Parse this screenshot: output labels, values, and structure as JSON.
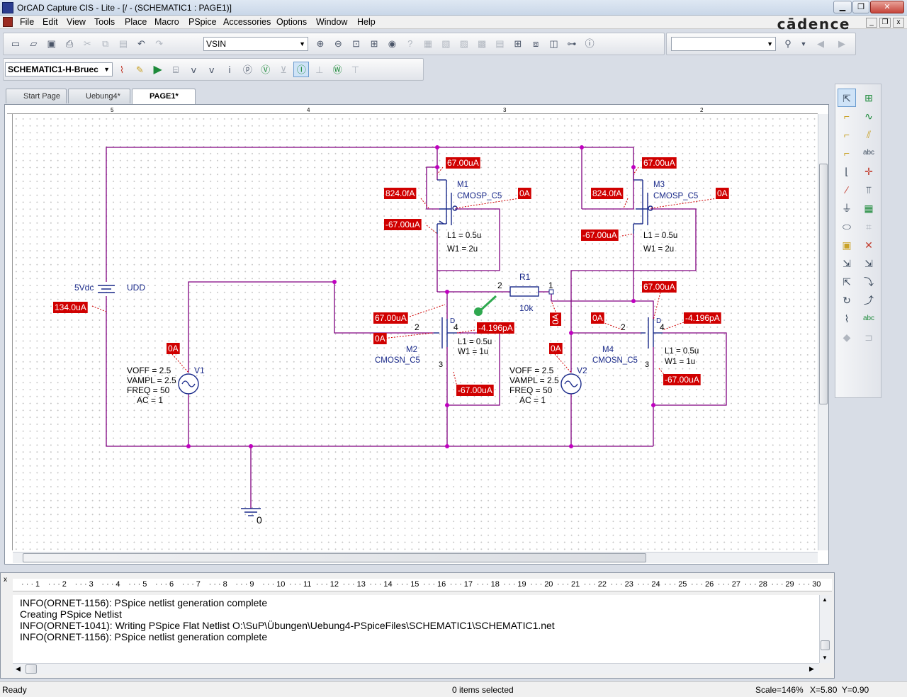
{
  "window": {
    "title": "OrCAD Capture CIS - Lite - [/ - (SCHEMATIC1 : PAGE1)]",
    "brand": "cādence"
  },
  "menu": [
    "File",
    "Edit",
    "View",
    "Tools",
    "Place",
    "Macro",
    "PSpice",
    "Accessories",
    "Options",
    "Window",
    "Help"
  ],
  "toolbar": {
    "part_combo": "VSIN",
    "search_combo": "",
    "profile_combo": "SCHEMATIC1-H-Bruec"
  },
  "tabs": [
    {
      "label": "Start Page",
      "active": false
    },
    {
      "label": "Uebung4*",
      "active": false
    },
    {
      "label": "PAGE1*",
      "active": true
    }
  ],
  "ruler_top": [
    "5",
    "4",
    "3",
    "2"
  ],
  "schematic": {
    "source": {
      "value": "5Vdc",
      "name": "UDD",
      "current": "134.0uA"
    },
    "m1": {
      "name": "M1",
      "model": "CMOSP_C5",
      "l": "L1 = 0.5u",
      "w": "W1 = 2u",
      "i_d": "67.00uA",
      "i_g": "824.0fA",
      "i_b": "0A",
      "i_s": "-67.00uA"
    },
    "m3": {
      "name": "M3",
      "model": "CMOSP_C5",
      "l": "L1 = 0.5u",
      "w": "W1 = 2u",
      "i_d": "67.00uA",
      "i_g": "824.0fA",
      "i_b": "0A",
      "i_s": "-67.00uA"
    },
    "m2": {
      "name": "M2",
      "model": "CMOSN_C5",
      "l": "L1 = 0.5u",
      "w": "W1 = 1u",
      "i_d": "67.00uA",
      "i_g": "0A",
      "i_b": "-4.196pA",
      "i_s": "-67.00uA"
    },
    "m4": {
      "name": "M4",
      "model": "CMOSN_C5",
      "l": "L1 = 0.5u",
      "w": "W1 = 1u",
      "i_d": "67.00uA",
      "i_g": "0A",
      "i_b": "-4.196pA",
      "i_s": "-67.00uA"
    },
    "r1": {
      "name": "R1",
      "value": "10k",
      "current": "0A"
    },
    "v1": {
      "name": "V1",
      "voff": "VOFF = 2.5",
      "vampl": "VAMPL = 2.5",
      "freq": "FREQ = 50",
      "ac": "AC = 1",
      "current": "0A"
    },
    "v2": {
      "name": "V2",
      "voff": "VOFF = 2.5",
      "vampl": "VAMPL = 2.5",
      "freq": "FREQ = 50",
      "ac": "AC = 1",
      "current": "0A"
    },
    "ground": "0",
    "pins": {
      "d": "D",
      "g": "2",
      "b": "4",
      "s": "3",
      "r_pin2": "2",
      "r_pin1": "1"
    }
  },
  "log": {
    "ruler": [
      "1",
      "2",
      "3",
      "4",
      "5",
      "6",
      "7",
      "8",
      "9",
      "10",
      "11",
      "12",
      "13",
      "14",
      "15",
      "16",
      "17",
      "18",
      "19",
      "20",
      "21",
      "22",
      "23",
      "24",
      "25",
      "26",
      "27",
      "28",
      "29",
      "30"
    ],
    "lines": [
      "INFO(ORNET-1156): PSpice netlist generation complete",
      "Creating PSpice Netlist",
      "INFO(ORNET-1041): Writing PSpice Flat Netlist O:\\SuP\\Übungen\\Uebung4-PSpiceFiles\\SCHEMATIC1\\SCHEMATIC1.net",
      "INFO(ORNET-1156): PSpice netlist generation complete"
    ]
  },
  "status": {
    "state": "Ready",
    "selection": "0 items selected",
    "scale": "Scale=146%",
    "coords": "X=5.80  Y=0.90"
  },
  "colors": {
    "wire": "#800080",
    "label_bg": "#d00000",
    "label_text": "#ffffff",
    "component": "#1a2a8a",
    "probe": "#2fa84f"
  }
}
